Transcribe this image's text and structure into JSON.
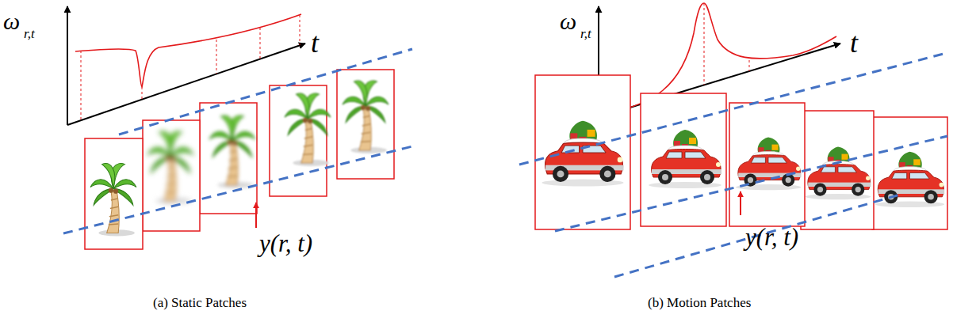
{
  "diagram": {
    "labels": [
      "ω",
      "r,t",
      "t",
      "y(r, t)",
      "(a) Static Patches",
      "ω",
      "r,t",
      "t",
      "y(r, t)",
      "(b) Motion Patches"
    ]
  }
}
